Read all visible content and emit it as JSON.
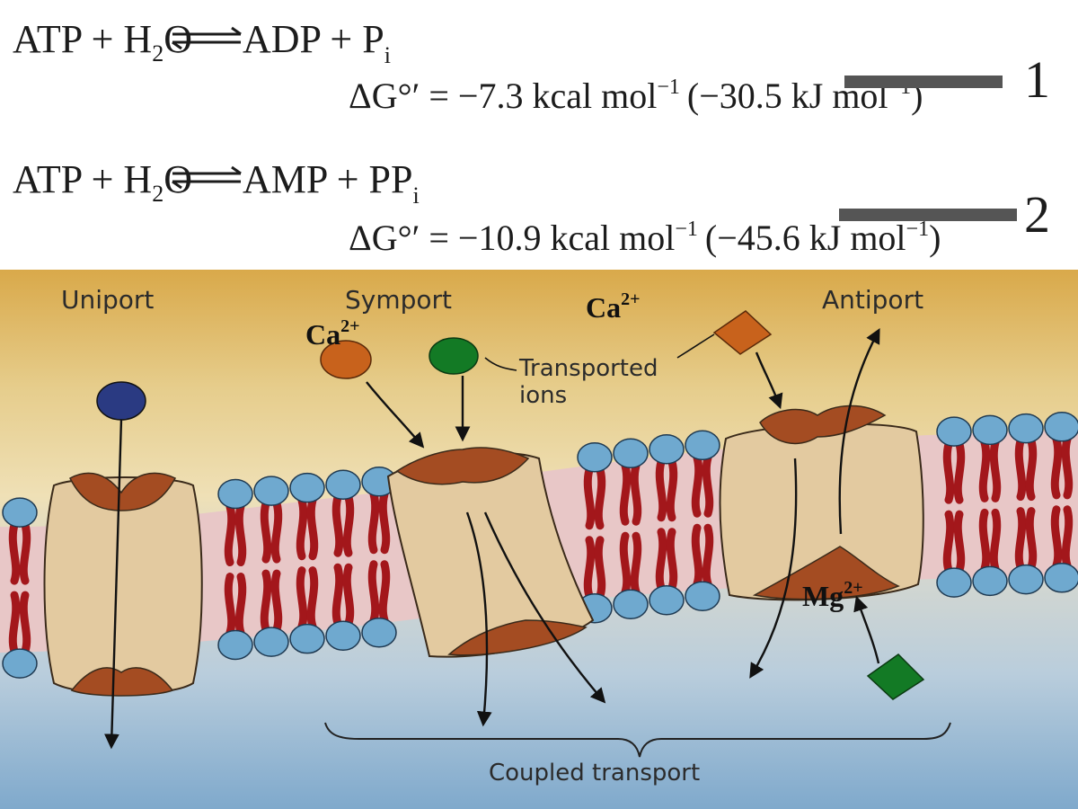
{
  "equations": [
    {
      "left": "ATP + H",
      "water_sub": "2",
      "after_water": "O",
      "right": "ADP + P",
      "right_sub": "i",
      "dg_prefix": "ΔG°′ = −7.3 kcal mol",
      "dg_exp1": "−1",
      "dg_mid": "(−30.5 kJ mol",
      "dg_exp2": "−1",
      "dg_end": ")",
      "number": "1"
    },
    {
      "left": "ATP + H",
      "water_sub": "2",
      "after_water": "O",
      "right": "AMP + PP",
      "right_sub": "i",
      "dg_prefix": "ΔG°′ = −10.9 kcal mol",
      "dg_exp1": "−1",
      "dg_mid": "(−45.6 kJ mol",
      "dg_exp2": "−1",
      "dg_end": ")",
      "number": "2"
    }
  ],
  "diagram": {
    "labels": {
      "uniport": "Uniport",
      "symport": "Symport",
      "antiport": "Antiport",
      "transported_line1": "Transported",
      "transported_line2": "ions",
      "coupled": "Coupled transport"
    },
    "ions": {
      "ca_symport": {
        "base": "Ca",
        "charge": "2+"
      },
      "ca_antiport": {
        "base": "Ca",
        "charge": "2+"
      },
      "mg": {
        "base": "Mg",
        "charge": "2+"
      }
    },
    "colors": {
      "sky_top": "#d9a94a",
      "sky_mid": "#ead9a6",
      "water_top": "#c3d0d9",
      "water_bottom": "#7fa9cc",
      "head": "#6fa9cf",
      "tail": "#a3171b",
      "protein": "#e3caa0",
      "protein_cap": "#a44c22",
      "ion_blue": "#2a3a82",
      "ion_orange": "#c8621c",
      "ion_green": "#137a25"
    }
  }
}
